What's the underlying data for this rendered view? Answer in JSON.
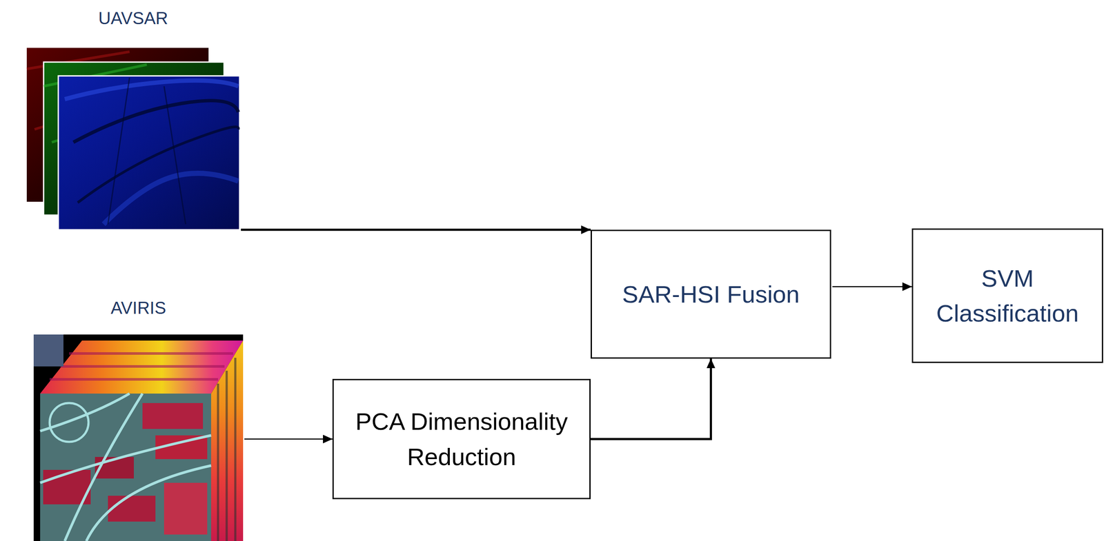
{
  "diagram": {
    "nodes": [
      {
        "text": [
          "UAVSAR"
        ]
      },
      {
        "text": [
          "AVIRIS"
        ]
      },
      {
        "text": [
          "PCA Dimensionality Reduction"
        ]
      },
      {
        "text": [
          "SAR-HSI Fusion"
        ]
      },
      {
        "text": [
          "SVM Classification"
        ]
      }
    ],
    "edges": [
      {
        "from": 0,
        "to": 3,
        "arrow": "to"
      },
      {
        "from": 1,
        "to": 2,
        "arrow": "to"
      },
      {
        "from": 2,
        "to": 3,
        "arrow": "to"
      },
      {
        "from": 3,
        "to": 4,
        "arrow": "to"
      }
    ]
  }
}
